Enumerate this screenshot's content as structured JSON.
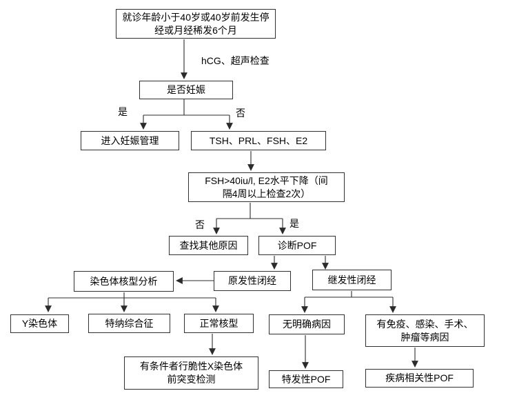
{
  "flowchart": {
    "nodes": {
      "age": {
        "lines": [
          "就诊年龄小于40岁或40岁前发生停",
          "经或月经稀发6个月"
        ]
      },
      "pregnant": {
        "text": "是否妊娠"
      },
      "pregnancy_mgmt": {
        "text": "进入妊娠管理"
      },
      "hormone_tests": {
        "text": "TSH、PRL、FSH、E2"
      },
      "fsh_criteria": {
        "lines": [
          "FSH>40iu/l, E2水平下降（间",
          "隔4周以上检查2次）"
        ]
      },
      "other_causes": {
        "text": "查找其他原因"
      },
      "diagnose_pof": {
        "text": "诊断POF"
      },
      "karyotype_analysis": {
        "text": "染色体核型分析"
      },
      "primary_amenorrhea": {
        "text": "原发性闭经"
      },
      "secondary_amenorrhea": {
        "text": "继发性闭经"
      },
      "y_chromosome": {
        "text": "Y染色体"
      },
      "turner_syndrome": {
        "text": "特纳综合征"
      },
      "normal_karyotype": {
        "text": "正常核型"
      },
      "no_clear_cause": {
        "text": "无明确病因"
      },
      "known_causes": {
        "lines": [
          "有免疫、感染、手术、",
          "肿瘤等病因"
        ]
      },
      "fragile_x_test": {
        "lines": [
          "有条件者行脆性X染色体",
          "前突变检测"
        ]
      },
      "idiopathic_pof": {
        "text": "特发性POF"
      },
      "disease_related_pof": {
        "text": "疾病相关性POF"
      }
    },
    "edge_labels": {
      "hcg_ultrasound": "hCG、超声检查",
      "pregnant_yes": "是",
      "pregnant_no": "否",
      "fsh_no": "否",
      "fsh_yes": "是"
    },
    "colors": {
      "line": "#2b2b2b",
      "border": "#2f2f2f",
      "text": "#000000",
      "background": "#ffffff"
    }
  }
}
